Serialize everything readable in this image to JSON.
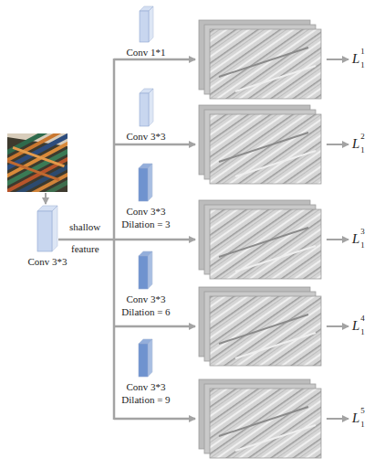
{
  "diagram": {
    "nodes": [
      {
        "text": [
          "Conv 3*3"
        ]
      },
      {
        "text": [
          "Conv 1*1"
        ]
      },
      {
        "text": [
          "Conv 3*3"
        ]
      },
      {
        "text": [
          "Conv 3*3",
          "Dilation = 3"
        ]
      },
      {
        "text": [
          "Conv 3*3",
          "Dilation = 6"
        ]
      },
      {
        "text": [
          "Conv 3*3",
          "Dilation = 9"
        ]
      }
    ],
    "labels": [
      "shallow",
      "feature",
      "L",
      "1",
      "1",
      "L",
      "1",
      "2",
      "L",
      "1",
      "3",
      "L",
      "1",
      "4",
      "L",
      "1",
      "5"
    ]
  }
}
